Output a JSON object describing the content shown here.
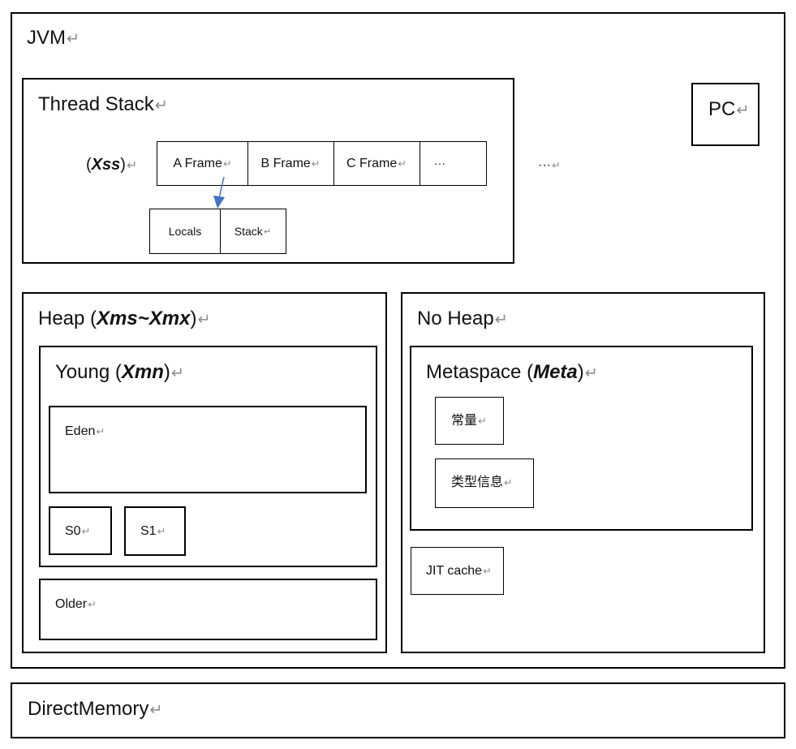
{
  "return_mark": "↵",
  "jvm": {
    "title": "JVM",
    "thread_stack": {
      "title": "Thread Stack",
      "param_open": "(",
      "param": "Xss",
      "param_close": ")",
      "frames": [
        "A Frame",
        "B Frame",
        "C Frame",
        "···"
      ],
      "frame_parts": [
        "Locals",
        "Stack"
      ]
    },
    "pc": "PC",
    "ellipsis": "···",
    "heap": {
      "title": "Heap",
      "param_open": "(",
      "param": "Xms~Xmx",
      "param_close": ")",
      "young": {
        "title": "Young",
        "param_open": "(",
        "param": "Xmn",
        "param_close": ")",
        "eden": "Eden",
        "s0": "S0",
        "s1": "S1"
      },
      "older": "Older"
    },
    "no_heap": {
      "title": "No Heap",
      "metaspace": {
        "title": "Metaspace",
        "param_open": "(",
        "param": "Meta",
        "param_close": ")",
        "constants": "常量",
        "type_info": "类型信息"
      },
      "jit_cache": "JIT cache"
    }
  },
  "direct_memory": "DirectMemory",
  "colors": {
    "border": "#000000",
    "arrow": "#4472c4",
    "return_mark": "#8a8a8a"
  }
}
